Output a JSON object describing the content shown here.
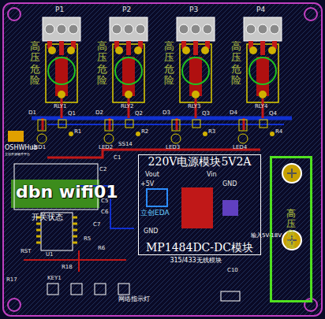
{
  "diagram": {
    "nodes": [
      {
        "text": [
          "220V电源模块5V2A",
          "MP1484DC-DC模块"
        ]
      },
      {
        "text": [
          "高压危险"
        ]
      },
      {
        "text": [
          "315/433无线模块"
        ]
      }
    ],
    "labels": [
      "P1",
      "P2",
      "P3",
      "P4",
      "高压危险",
      "高压危险",
      "高压危险",
      "高压危险",
      "RLY1",
      "RLY2",
      "RLY3",
      "RLY4",
      "D1",
      "D2",
      "D3",
      "D4",
      "Q1",
      "Q2",
      "Q3",
      "Q4",
      "R1",
      "R2",
      "R3",
      "R4",
      "LED1",
      "LED2",
      "LED3",
      "LED4",
      "OSHWHub",
      "立创开源硬件平台",
      "Vout",
      "Vin",
      "+5V",
      "立创EDA",
      "GND",
      "GND",
      "输入5V-18V",
      "dbn wifi01",
      "开关状态",
      "U1",
      "C1",
      "C2",
      "SS14",
      "C5",
      "C6",
      "C7",
      "R5",
      "R6",
      "RST",
      "KEY1",
      "R17",
      "R18",
      "C10",
      "网络指示灯"
    ]
  }
}
